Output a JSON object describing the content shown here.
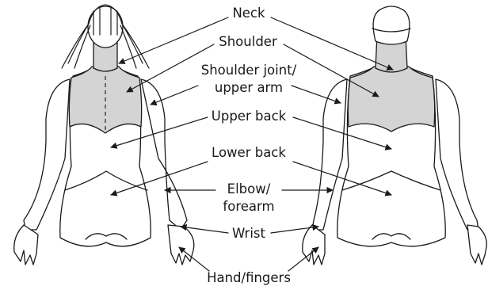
{
  "labels": {
    "neck": "Neck",
    "shoulder": "Shoulder",
    "shoulder_joint_line1": "Shoulder joint/",
    "shoulder_joint_line2": "upper arm",
    "upper_back": "Upper back",
    "lower_back": "Lower back",
    "elbow_line1": "Elbow/",
    "elbow_line2": "forearm",
    "wrist": "Wrist",
    "hand": "Hand/fingers"
  },
  "colors": {
    "shaded_region": "#d4d4d4",
    "outline": "#1a1a1a",
    "background": "#ffffff"
  }
}
